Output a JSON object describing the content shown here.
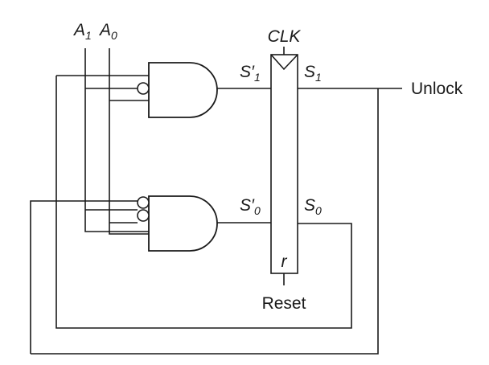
{
  "inputs": {
    "a1": {
      "base": "A",
      "sub": "1"
    },
    "a0": {
      "base": "A",
      "sub": "0"
    }
  },
  "register": {
    "clock": "CLK",
    "reset_pin": "r",
    "reset": "Reset",
    "next_state_1": {
      "base": "S",
      "prime": "′",
      "sub": "1"
    },
    "state_1": {
      "base": "S",
      "sub": "1"
    },
    "next_state_0": {
      "base": "S",
      "prime": "′",
      "sub": "0"
    },
    "state_0": {
      "base": "S",
      "sub": "0"
    }
  },
  "output": {
    "label": "Unlock"
  },
  "colors": {
    "ink": "#1a1a1a",
    "background": "#ffffff"
  }
}
